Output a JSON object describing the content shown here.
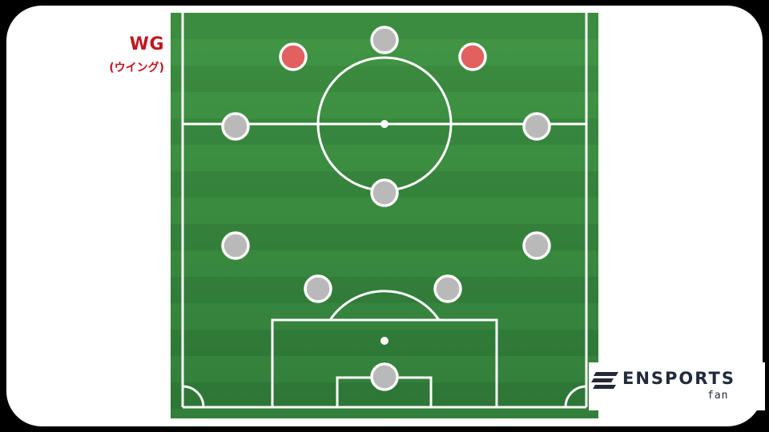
{
  "position_label": {
    "abbr": "WG",
    "reading": "(ウイング)"
  },
  "brand": {
    "name": "ENSPORTS",
    "sub": "fan"
  },
  "colors": {
    "highlight": "#e26060",
    "player": "#b9b9b9",
    "pitch_dark": "#2f7a36",
    "pitch_light": "#3e9444",
    "label": "#c0171f"
  },
  "players": [
    {
      "name": "forward-left",
      "highlight": true
    },
    {
      "name": "forward-center",
      "highlight": false
    },
    {
      "name": "forward-right",
      "highlight": true
    },
    {
      "name": "wide-left",
      "highlight": false
    },
    {
      "name": "wide-right",
      "highlight": false
    },
    {
      "name": "midfield-center",
      "highlight": false
    },
    {
      "name": "mid-left",
      "highlight": false
    },
    {
      "name": "mid-right",
      "highlight": false
    },
    {
      "name": "back-left",
      "highlight": false
    },
    {
      "name": "back-right",
      "highlight": false
    },
    {
      "name": "goalkeeper",
      "highlight": false
    }
  ]
}
